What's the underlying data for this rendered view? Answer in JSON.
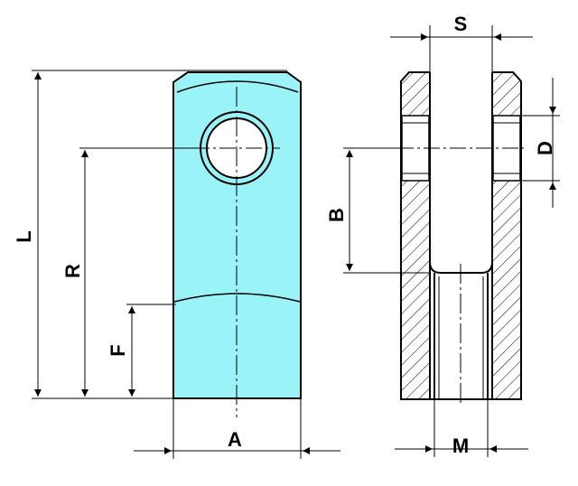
{
  "labels": {
    "L": "L",
    "R": "R",
    "F": "F",
    "A": "A",
    "S": "S",
    "B": "B",
    "D": "D",
    "M": "M"
  },
  "colors": {
    "fill": "#99f3f7",
    "line": "#000000"
  }
}
